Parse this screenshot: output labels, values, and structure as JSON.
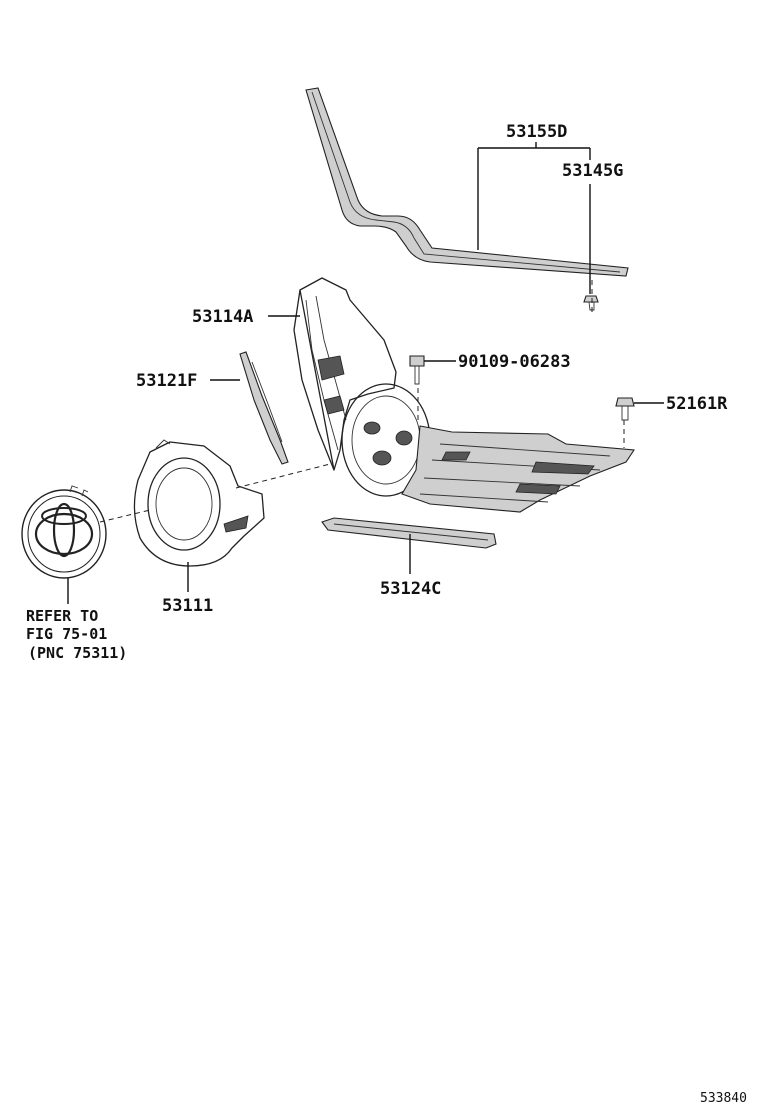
{
  "labels": {
    "part_53155D": "53155D",
    "part_53145G": "53145G",
    "part_53114A": "53114A",
    "part_90109_06283": "90109-06283",
    "part_53121F": "53121F",
    "part_52161R": "52161R",
    "part_53124C": "53124C",
    "part_53111": "53111"
  },
  "reference": {
    "line1": "REFER TO",
    "line2": "FIG 75-01",
    "line3": "(PNC 75311)"
  },
  "figure_number": "533840"
}
